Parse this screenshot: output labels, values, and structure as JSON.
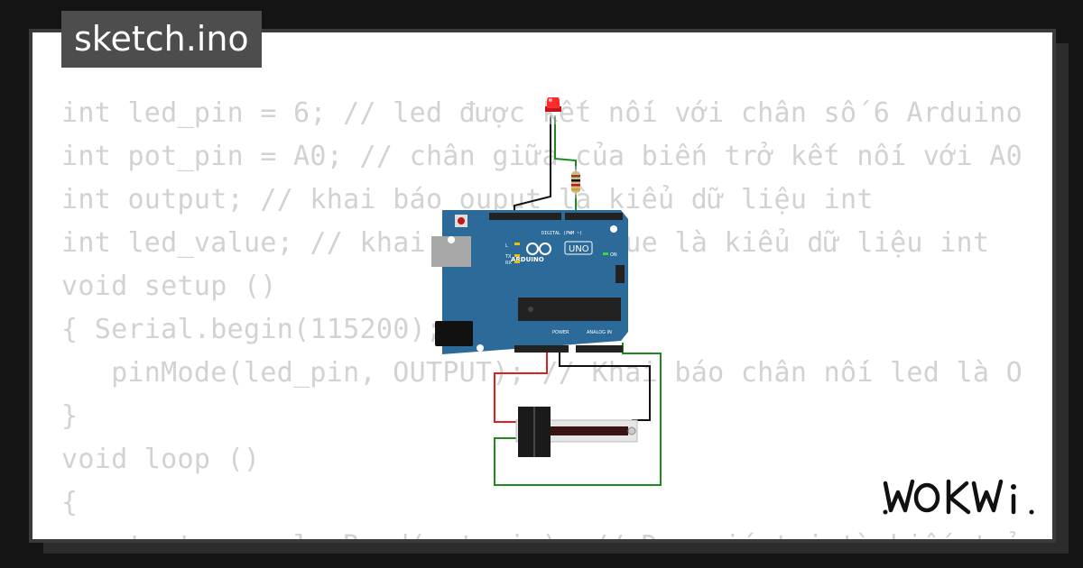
{
  "file_tab": {
    "label": "sketch.ino"
  },
  "code_lines": [
    "int led_pin = 6; // led được kết nối với chân số 6 Arduino",
    "int pot_pin = A0; // chân giữa của biến trở kết nối với A0",
    "int output; // khai báo ouput là kiểu dữ liệu int",
    "int led_value; // khai báo led_value là kiểu dữ liệu int",
    "void setup ()",
    "{ Serial.begin(115200);",
    "   pinMode(led_pin, OUTPUT); // Khai báo chân nối led là OUTPUT",
    "}",
    "void loop ()",
    "{",
    "  output = analogRead(pot_pin); // Đọc giá trị từ biến trở"
  ],
  "board": {
    "brand": "ARDUINO",
    "model": "UNO",
    "digital_label": "DIGITAL (PWM ~)",
    "analog_label": "ANALOG IN",
    "power_label": "POWER",
    "tx": "TX",
    "rx": "RX",
    "l": "L",
    "on": "ON",
    "color": "#2c6a9a"
  },
  "brand_logo": {
    "name": "wokwi-logo",
    "text": "WOKWi"
  },
  "colors": {
    "background": "#141414",
    "card": "#ffffff",
    "code_text": "#d2d2d2",
    "tab_bg": "#4d4d4d",
    "wire_red": "#e02020",
    "wire_green": "#1e8a1e",
    "wire_black": "#111111"
  }
}
